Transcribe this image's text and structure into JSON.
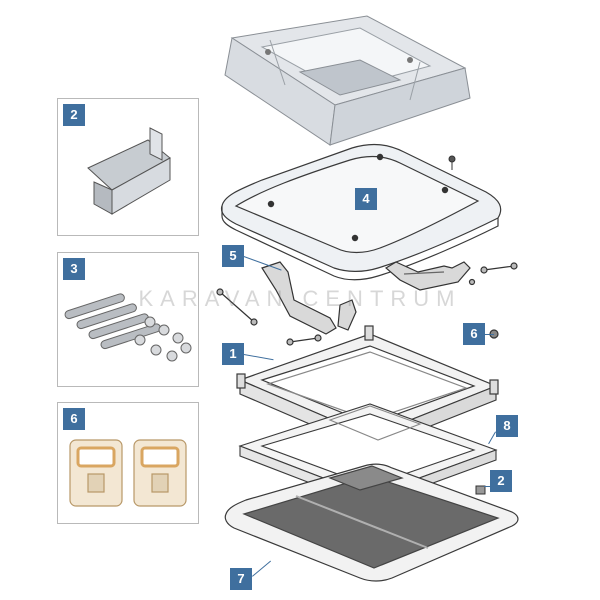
{
  "callouts": {
    "panel_clips": "2",
    "panel_arms": "3",
    "panel_clamps": "6",
    "dome": "4",
    "bracket": "5",
    "frame": "1",
    "screw_cover": "6",
    "inner_frame": "8",
    "clip_small": "2",
    "screen": "7"
  },
  "watermark": "KARAVAN CENTRUM",
  "colors": {
    "badge": "#3f6f9e",
    "line": "#3a3a3a",
    "dome_fill": "#eef1f4",
    "frame_fill": "#f2f2f2",
    "mesh": "#6a6a6a",
    "clamp_fill": "#f3e7d3",
    "clamp_accent": "#d9a661"
  }
}
